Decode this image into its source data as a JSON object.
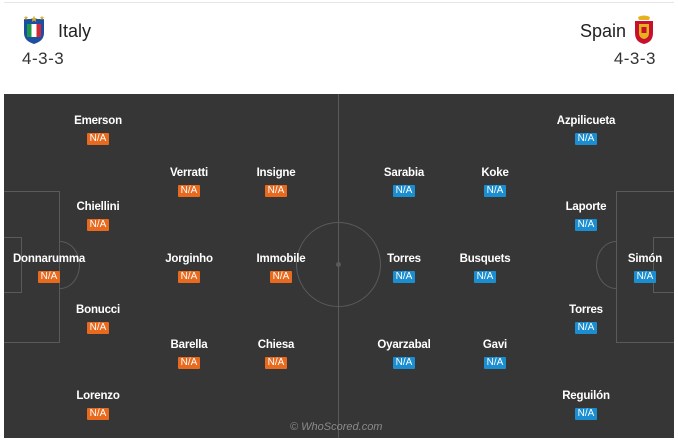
{
  "home": {
    "name": "Italy",
    "formation": "4-3-3",
    "crest_icon": "italy-crest-icon",
    "rating_color": "#e86a1e",
    "players": [
      {
        "name": "Emerson",
        "rating": "N/A"
      },
      {
        "name": "Chiellini",
        "rating": "N/A"
      },
      {
        "name": "Donnarumma",
        "rating": "N/A"
      },
      {
        "name": "Bonucci",
        "rating": "N/A"
      },
      {
        "name": "Lorenzo",
        "rating": "N/A"
      },
      {
        "name": "Verratti",
        "rating": "N/A"
      },
      {
        "name": "Jorginho",
        "rating": "N/A"
      },
      {
        "name": "Barella",
        "rating": "N/A"
      },
      {
        "name": "Insigne",
        "rating": "N/A"
      },
      {
        "name": "Immobile",
        "rating": "N/A"
      },
      {
        "name": "Chiesa",
        "rating": "N/A"
      }
    ]
  },
  "away": {
    "name": "Spain",
    "formation": "4-3-3",
    "crest_icon": "spain-crest-icon",
    "rating_color": "#1b8ed1",
    "players": [
      {
        "name": "Sarabia",
        "rating": "N/A"
      },
      {
        "name": "Torres",
        "rating": "N/A"
      },
      {
        "name": "Oyarzabal",
        "rating": "N/A"
      },
      {
        "name": "Koke",
        "rating": "N/A"
      },
      {
        "name": "Busquets",
        "rating": "N/A"
      },
      {
        "name": "Gavi",
        "rating": "N/A"
      },
      {
        "name": "Azpilicueta",
        "rating": "N/A"
      },
      {
        "name": "Laporte",
        "rating": "N/A"
      },
      {
        "name": "Torres",
        "rating": "N/A"
      },
      {
        "name": "Reguilón",
        "rating": "N/A"
      },
      {
        "name": "Simón",
        "rating": "N/A"
      }
    ]
  },
  "watermark": "© WhoScored.com",
  "pitch_color": "#363636"
}
